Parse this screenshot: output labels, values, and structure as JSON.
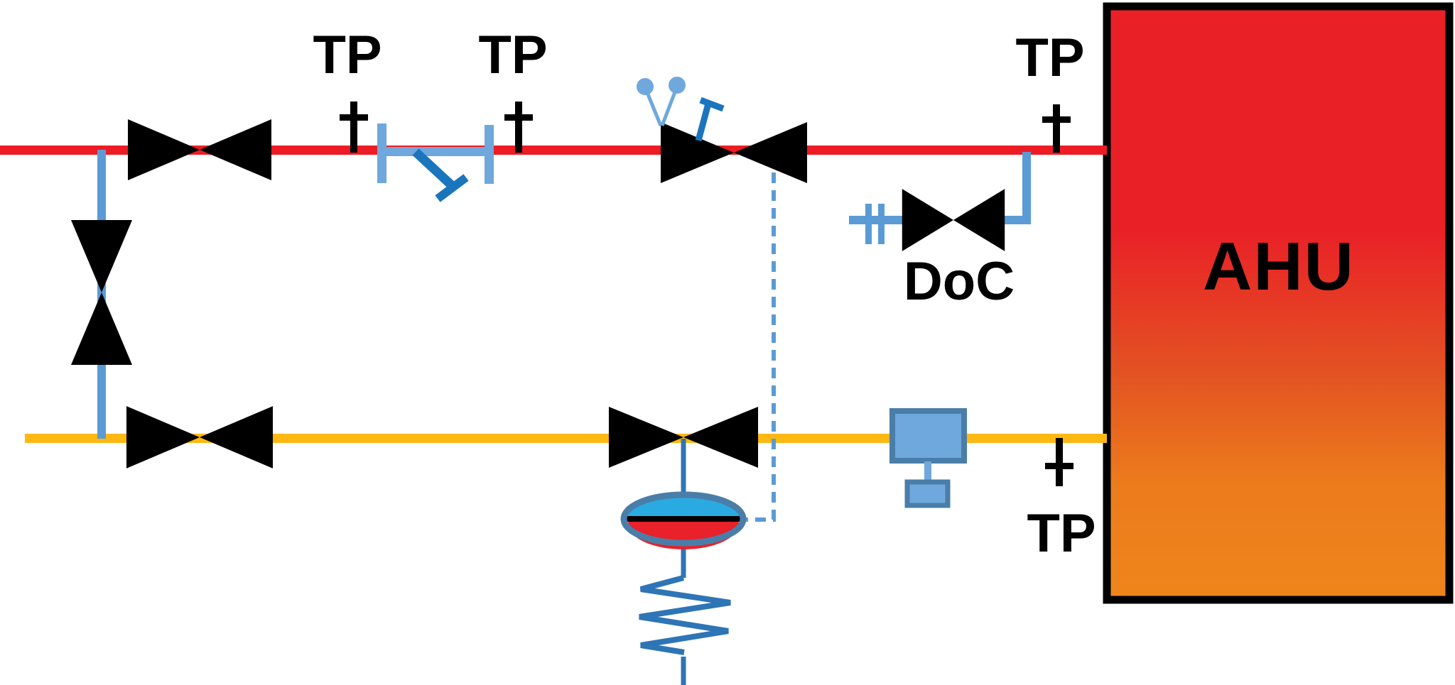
{
  "diagram": {
    "labels": {
      "tp_strainer_inlet": "TP",
      "tp_strainer_outlet": "TP",
      "tp_supply_at_ahu": "TP",
      "tp_return_at_ahu": "TP",
      "drain_cock": "DoC",
      "air_handling_unit": "AHU"
    },
    "colors": {
      "pipe-hot": "#ED1C24",
      "pipe-return": "#FDB813",
      "valve-fill": "#5B9BD5",
      "valve-outline": "#41719C",
      "fitting-light": "#6FA8DC",
      "fitting-dark": "#1B75BC",
      "signal": "#5B9BD5",
      "spring": "#2E75B6",
      "regulator-cyan": "#29ABE2",
      "regulator-red": "#E8212A",
      "regulator-ring": "#4A7EA8",
      "sensor-fill": "#6FA8DC",
      "sensor-outline": "#4A7EA8",
      "ahu-top": "#E92127",
      "ahu-mid": "#E35322",
      "ahu-lower": "#EC7B1C",
      "ahu-bottom": "#EF851B",
      "ahu-border": "#000000",
      "label": "#000000"
    },
    "icons": {
      "shutoff-valve-icon": "bowtie-triangles",
      "strainer-icon": "diagonal-leg-with-tee",
      "pt-plug-icon": "stem-with-ball",
      "test-point-icon": "dagger-cross",
      "dp-regulator-icon": "split-ellipse-cyan-red",
      "spring-icon": "zigzag",
      "sensor-icon": "square-with-display-block",
      "capped-end-icon": "double-tick"
    }
  }
}
